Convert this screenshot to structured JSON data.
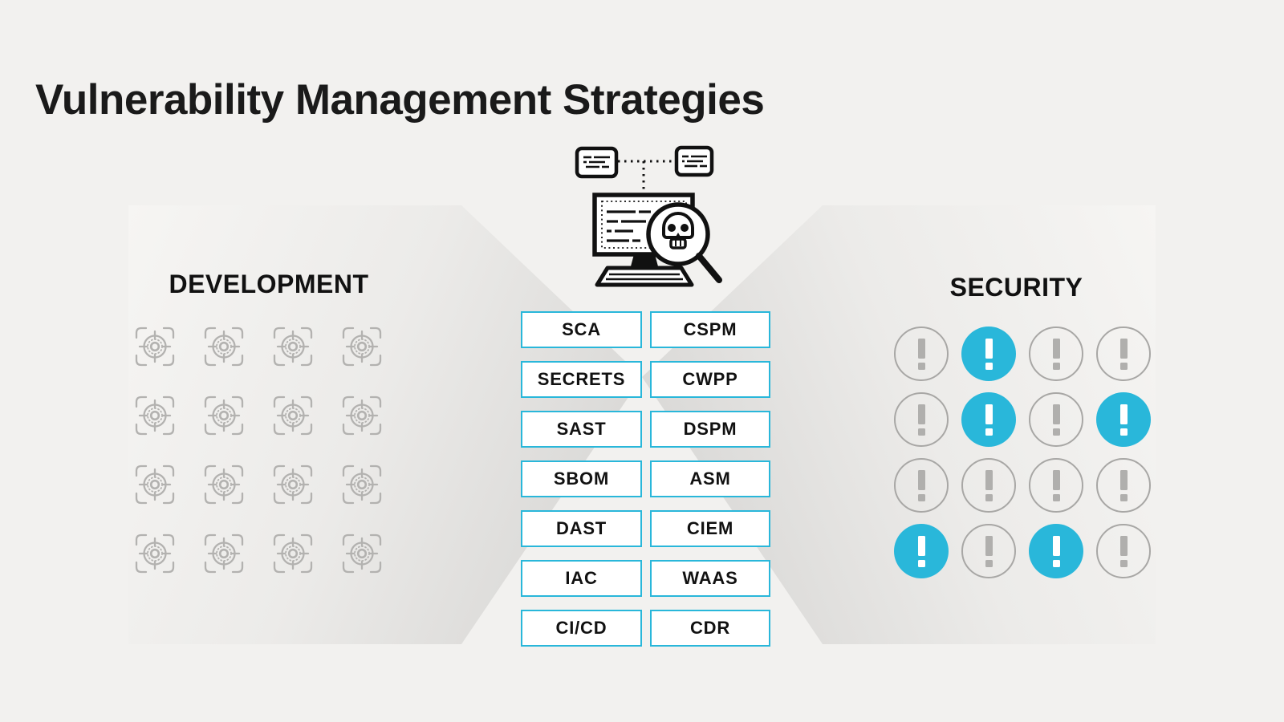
{
  "title": "Vulnerability Management Strategies",
  "colors": {
    "background": "#f2f1ef",
    "accent_cyan": "#29b7da",
    "panel_light": "#f6f5f3",
    "panel_dark": "#dbdad8",
    "icon_gray": "#b3b2b0",
    "ink_black": "#111111"
  },
  "development": {
    "label": "DEVELOPMENT",
    "grid": {
      "rows": 4,
      "cols": 4,
      "icon": "target-icon"
    }
  },
  "security": {
    "label": "SECURITY",
    "grid": {
      "rows": 4,
      "cols": 4,
      "icon": "alert-icon",
      "highlight_pattern": [
        [
          0,
          1,
          0,
          0
        ],
        [
          0,
          1,
          0,
          1
        ],
        [
          0,
          0,
          0,
          0
        ],
        [
          1,
          0,
          1,
          0
        ]
      ]
    }
  },
  "center": {
    "illustration": "monitor-with-skull-magnifier-and-linked-cards",
    "left_column": [
      "SCA",
      "SECRETS",
      "SAST",
      "SBOM",
      "DAST",
      "IAC",
      "CI/CD"
    ],
    "right_column": [
      "CSPM",
      "CWPP",
      "DSPM",
      "ASM",
      "CIEM",
      "WAAS",
      "CDR"
    ]
  }
}
